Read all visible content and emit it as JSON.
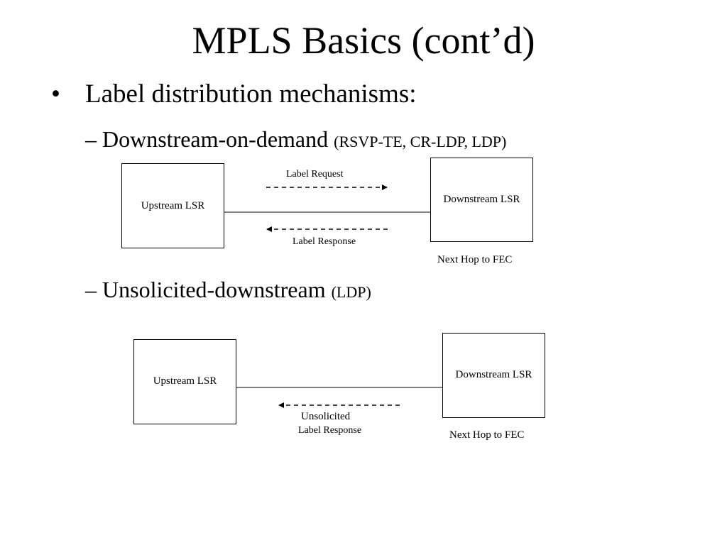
{
  "slide": {
    "title": "MPLS Basics (cont’d)",
    "bullet_symbol": "•",
    "bullet": "Label distribution mechanisms:",
    "sub1": {
      "dash": "– ",
      "main": "Downstream-on-demand ",
      "note": "(RSVP-TE, CR-LDP, LDP)"
    },
    "sub2": {
      "dash": "– ",
      "main": "Unsolicited-downstream ",
      "note": "(LDP)"
    }
  },
  "diagram1": {
    "upstream": "Upstream LSR",
    "downstream": "Downstream LSR",
    "request": "Label Request",
    "response": "Label Response",
    "next_hop": "Next Hop to FEC"
  },
  "diagram2": {
    "upstream": "Upstream LSR",
    "downstream": "Downstream LSR",
    "response_line1": "Unsolicited",
    "response_line2": "Label Response",
    "next_hop": "Next Hop to FEC"
  }
}
